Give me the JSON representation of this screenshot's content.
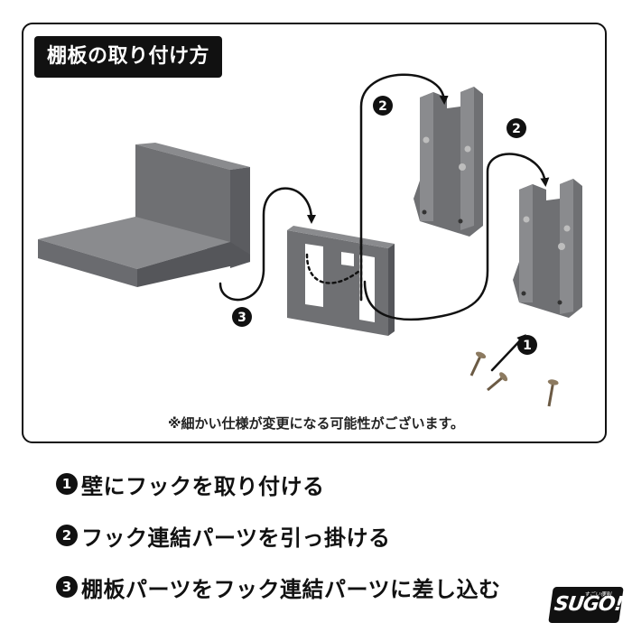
{
  "title": "棚板の取り付け方",
  "note": "※細かい仕様が変更になる可能性がございます。",
  "markers": [
    "1",
    "2",
    "2",
    "3"
  ],
  "steps": [
    {
      "number": "1",
      "text": "壁にフックを取り付ける"
    },
    {
      "number": "2",
      "text": "フック連結パーツを引っ掛ける"
    },
    {
      "number": "3",
      "text": "棚板パーツをフック連結パーツに差し込む"
    }
  ],
  "logo": {
    "text": "SUGO!",
    "sub": "すごい便利"
  },
  "colors": {
    "part_fill": "#6f7073",
    "part_dark": "#55565a",
    "part_light": "#8a8b8e",
    "line": "#111111"
  }
}
